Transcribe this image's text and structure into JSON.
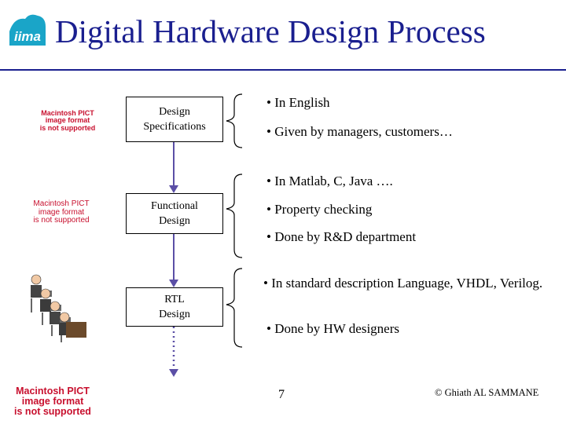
{
  "title": "Digital Hardware Design Process",
  "logo": {
    "text": "iima",
    "color": "#1aa5c8"
  },
  "unsupported_images": [
    {
      "lines": [
        "Macintosh PICT",
        "image format",
        "is not supported"
      ]
    },
    {
      "lines": [
        "Macintosh PICT",
        "image format",
        "is not supported"
      ]
    },
    {
      "lines": [
        "Macintosh PICT",
        "image format",
        "is not supported"
      ]
    }
  ],
  "boxes": [
    {
      "lines": [
        "Design",
        "Specifications"
      ]
    },
    {
      "lines": [
        "Functional",
        "Design"
      ]
    },
    {
      "lines": [
        "RTL",
        "Design"
      ]
    }
  ],
  "groups": [
    {
      "bullets": [
        "• In English",
        "• Given by managers, customers…"
      ]
    },
    {
      "bullets": [
        "• In Matlab, C, Java ….",
        "• Property checking",
        "• Done by R&D department"
      ]
    },
    {
      "bullets": [
        "• In standard description Language, VHDL, Verilog.",
        "• Done by HW designers"
      ]
    }
  ],
  "footer": {
    "page_number": "7",
    "copyright": "© Ghiath AL SAMMANE"
  },
  "colors": {
    "title": "#1a1f8f",
    "arrow": "#5b4fa6",
    "pict_text": "#c8102e"
  }
}
